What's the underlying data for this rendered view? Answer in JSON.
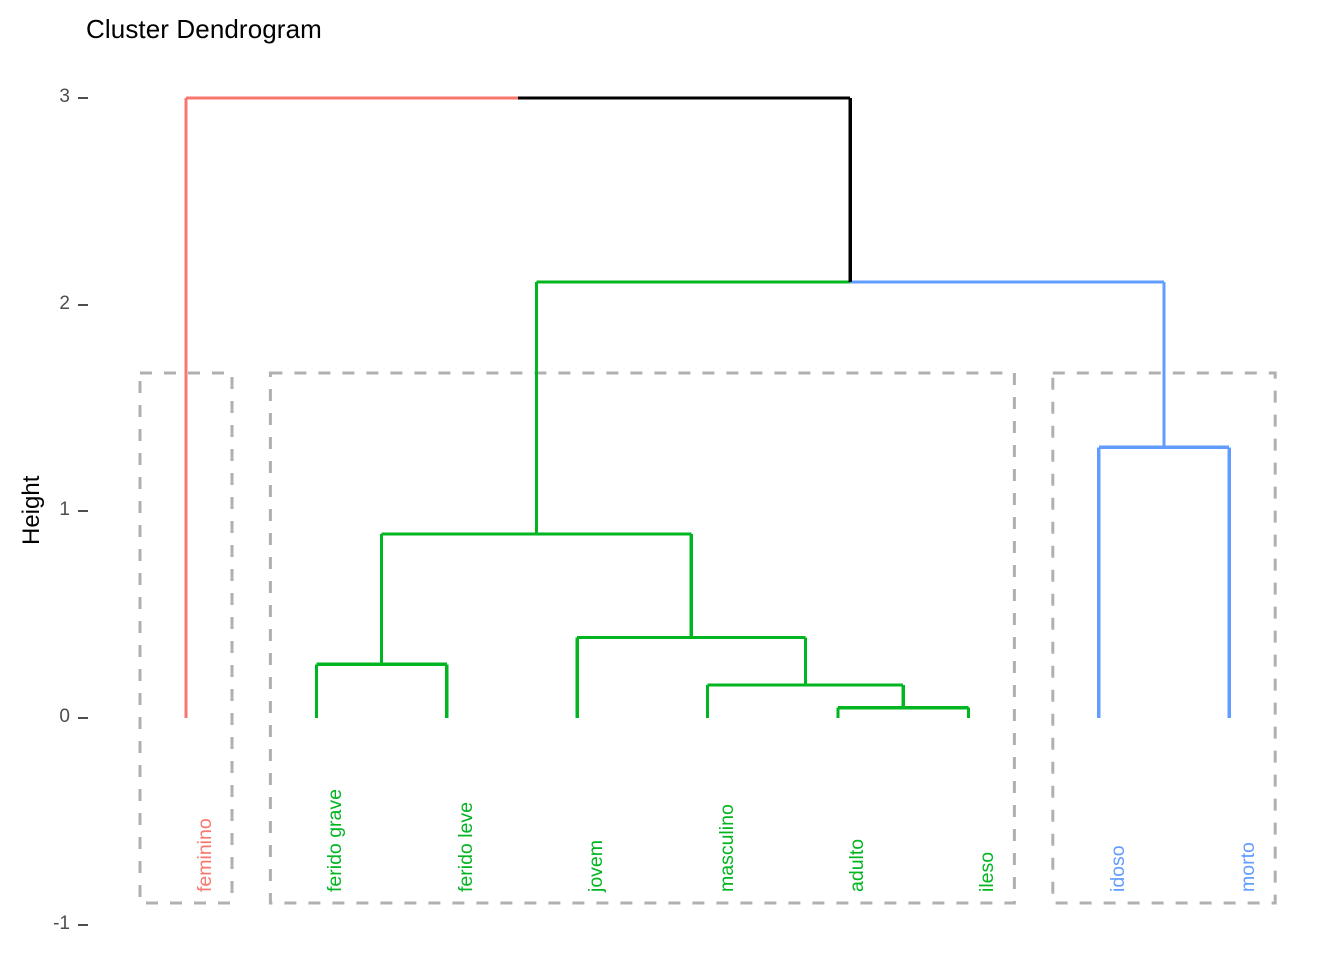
{
  "chart_data": {
    "type": "dendrogram",
    "title": "Cluster Dendrogram",
    "xlabel": "",
    "ylabel": "Height",
    "yticks": [
      "3",
      "2",
      "1",
      "0",
      "-1"
    ],
    "ytick_values": [
      3,
      2,
      1,
      0,
      -1
    ],
    "ylim": [
      -1,
      3
    ],
    "grid": false,
    "legend": "none",
    "leaves": [
      {
        "label": "feminino",
        "order": 1,
        "cluster": 1,
        "color": "#F8766D"
      },
      {
        "label": "ferido grave",
        "order": 2,
        "cluster": 2,
        "color": "#00B520"
      },
      {
        "label": "ferido leve",
        "order": 3,
        "cluster": 2,
        "color": "#00B520"
      },
      {
        "label": "jovem",
        "order": 4,
        "cluster": 2,
        "color": "#00B520"
      },
      {
        "label": "masculino",
        "order": 5,
        "cluster": 2,
        "color": "#00B520"
      },
      {
        "label": "adulto",
        "order": 6,
        "cluster": 2,
        "color": "#00B520"
      },
      {
        "label": "ileso",
        "order": 7,
        "cluster": 2,
        "color": "#00B520"
      },
      {
        "label": "idoso",
        "order": 8,
        "cluster": 3,
        "color": "#619CFF"
      },
      {
        "label": "morto",
        "order": 9,
        "cluster": 3,
        "color": "#619CFF"
      }
    ],
    "merges": [
      {
        "id": "m1",
        "left": "adulto",
        "right": "ileso",
        "height": 0.05,
        "color": "#00B520"
      },
      {
        "id": "m2",
        "left": "masculino",
        "right": "m1",
        "height": 0.16,
        "color": "#00B520"
      },
      {
        "id": "m3",
        "left": "ferido grave",
        "right": "ferido leve",
        "height": 0.26,
        "color": "#00B520"
      },
      {
        "id": "m4",
        "left": "jovem",
        "right": "m2",
        "height": 0.39,
        "color": "#00B520"
      },
      {
        "id": "m5",
        "left": "m3",
        "right": "m4",
        "height": 0.89,
        "color": "#00B520"
      },
      {
        "id": "m6",
        "left": "idoso",
        "right": "morto",
        "height": 1.31,
        "color": "#619CFF"
      },
      {
        "id": "m7",
        "left": "m5",
        "right": "m6",
        "height": 2.11,
        "color": "#000000"
      },
      {
        "id": "m8",
        "left": "feminino",
        "right": "m7",
        "height": 3.0,
        "color": "#000000"
      }
    ],
    "cluster_boxes": [
      {
        "id": "box-1",
        "leaves": [
          "feminino"
        ],
        "color": "#B0B0B0"
      },
      {
        "id": "box-2",
        "leaves": [
          "ferido grave",
          "ferido leve",
          "jovem",
          "masculino",
          "adulto",
          "ileso"
        ],
        "color": "#B0B0B0"
      },
      {
        "id": "box-3",
        "leaves": [
          "idoso",
          "morto"
        ],
        "color": "#B0B0B0"
      }
    ],
    "colors": {
      "cluster_1": "#F8766D",
      "cluster_2": "#00B520",
      "cluster_3": "#619CFF",
      "root": "#000000",
      "box": "#B0B0B0",
      "axis_text": "#4d4d4d",
      "title_text": "#000000",
      "background": "#ffffff"
    }
  }
}
